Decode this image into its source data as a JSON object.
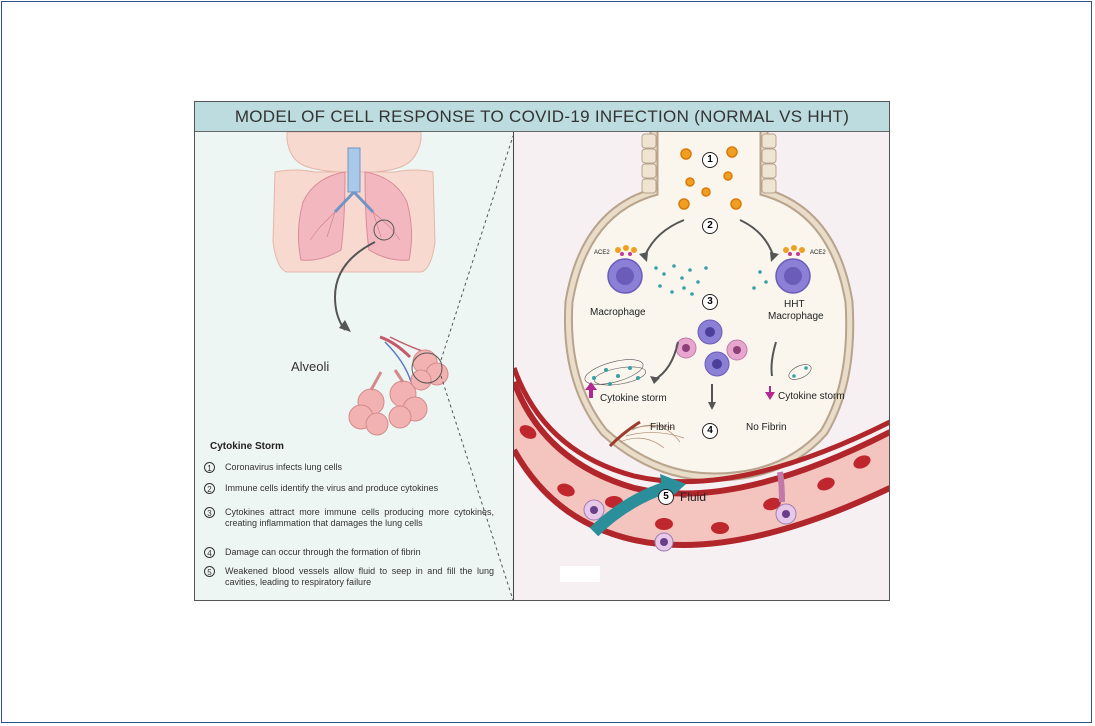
{
  "title": "MODEL OF CELL RESPONSE TO COVID-19 INFECTION (NORMAL VS HHT)",
  "left_panel": {
    "alveoli_label": "Alveoli",
    "legend_heading": "Cytokine Storm",
    "steps": [
      {
        "num": "1",
        "text": "Coronavirus infects lung cells"
      },
      {
        "num": "2",
        "text": "Immune cells identify the virus and produce cytokines"
      },
      {
        "num": "3",
        "text": "Cytokines attract more immune cells producing more cytokines, creating inflammation that damages the lung cells"
      },
      {
        "num": "4",
        "text": "Damage can occur through the formation of fibrin"
      },
      {
        "num": "5",
        "text": "Weakened blood vessels allow fluid to seep in and fill the lung cavities, leading to respiratory failure"
      }
    ]
  },
  "right_panel": {
    "ace2_left": "ACE2",
    "ace2_right": "ACE2",
    "macrophage_label": "Macrophage",
    "hht_macrophage_label_line1": "HHT",
    "hht_macrophage_label_line2": "Macrophage",
    "cytokine_storm_up": "Cytokine storm",
    "cytokine_storm_down": "Cytokine storm",
    "fibrin_label": "Fibrin",
    "no_fibrin_label": "No Fibrin",
    "fluid_label": "Fluid",
    "step_markers": [
      "1",
      "2",
      "3",
      "4",
      "5"
    ]
  },
  "colors": {
    "title_bg": "#bcdcdf",
    "left_bg": "#eef6f3",
    "right_bg": "#f7f0f3",
    "vessel": "#b0262b",
    "virus": "#f0a020",
    "macrophage": "#8c7fd6",
    "fluid_arrow": "#2a8f9a",
    "up_arrow": "#b3298f"
  }
}
